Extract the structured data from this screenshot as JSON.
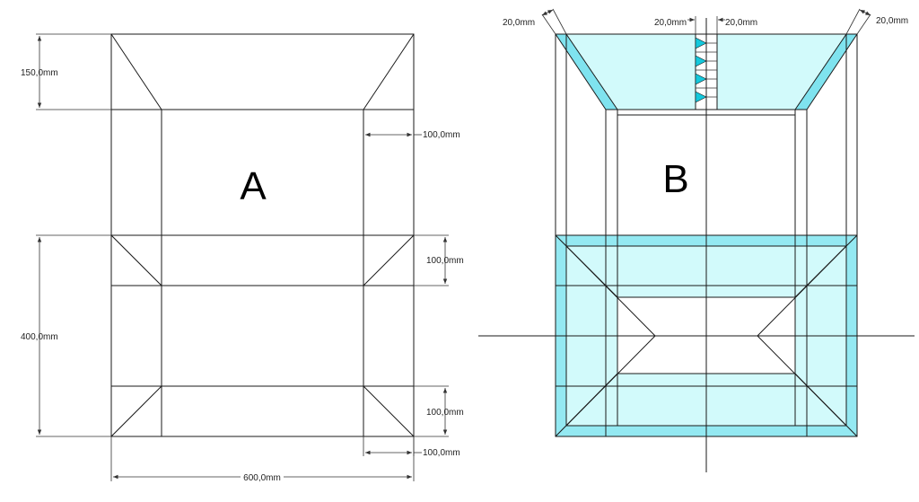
{
  "panel_a": {
    "letter": "A",
    "dims": {
      "top_flap_height": "150,0mm",
      "side_width_top": "100,0mm",
      "mid_band_height": "100,0mm",
      "base_height": "400,0mm",
      "bottom_band_height": "100,0mm",
      "side_width_bottom": "100,0mm",
      "total_width": "600,0mm"
    }
  },
  "panel_b": {
    "letter": "B",
    "dims": {
      "left_edge_offset": "20,0mm",
      "center_left_offset": "20,0mm",
      "center_right_offset": "20,0mm",
      "right_edge_offset": "20,0mm"
    }
  },
  "colors": {
    "fill": "#d2fafb",
    "fill_edge": "#5fd8e6",
    "accent": "#14c8dc",
    "line": "#1a1a1a"
  }
}
